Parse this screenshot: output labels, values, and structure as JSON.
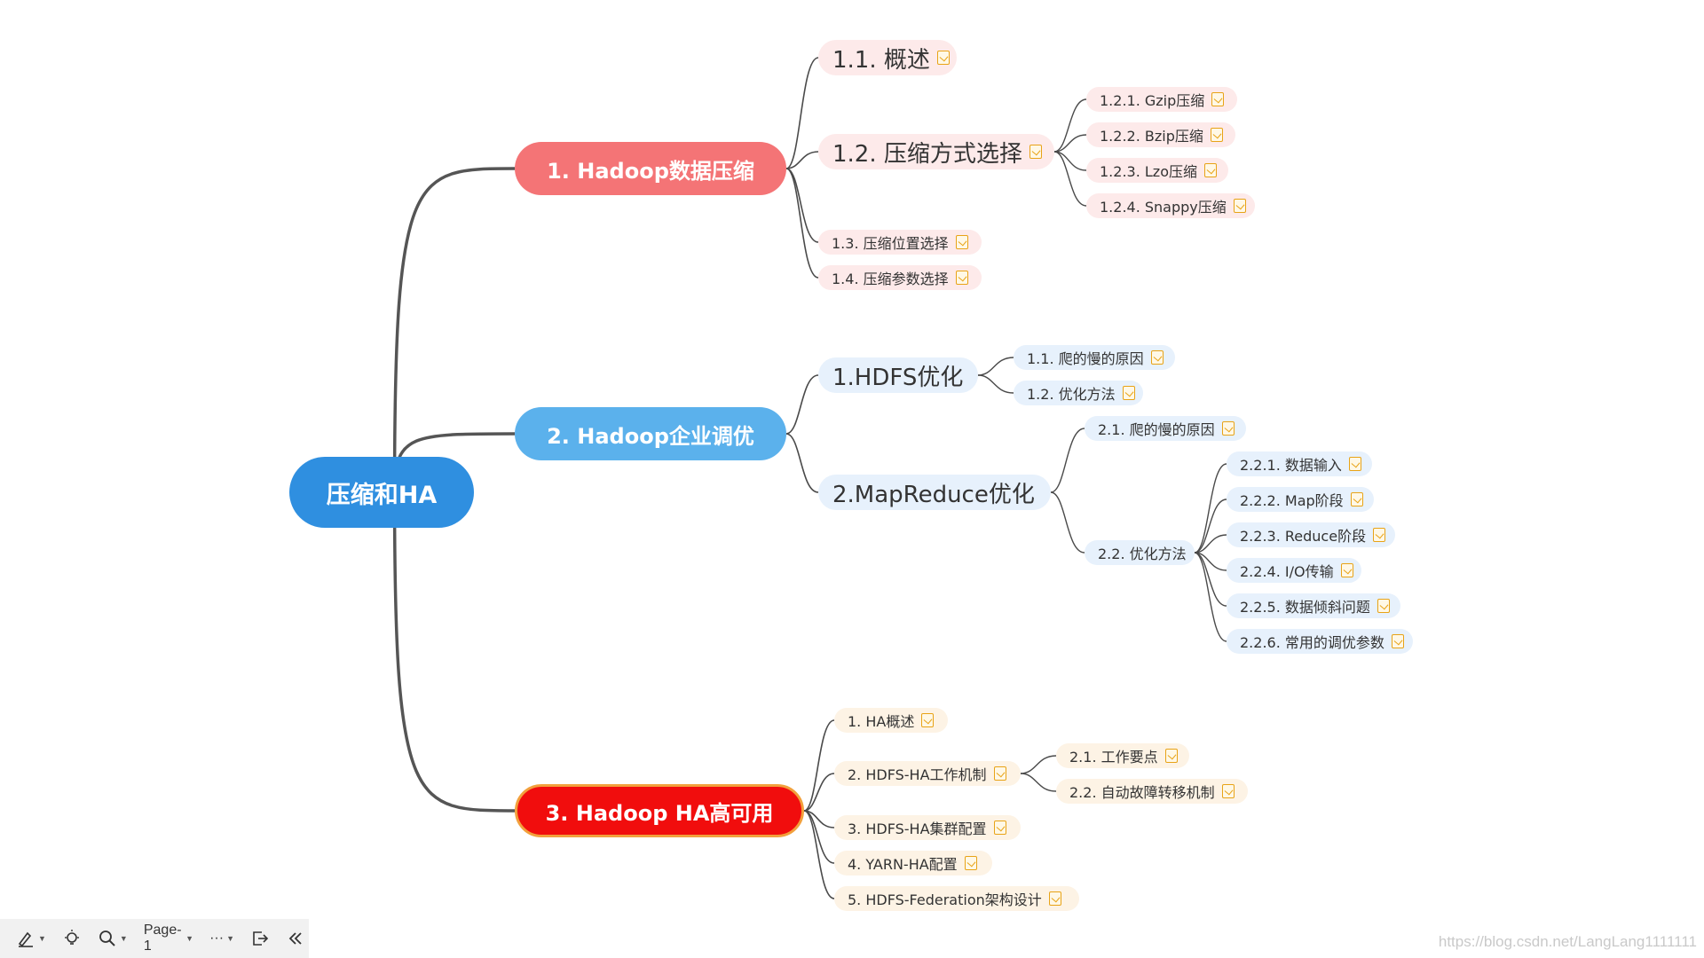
{
  "mindmap": {
    "root": {
      "label": "压缩和HA"
    },
    "branches": [
      {
        "label": "1. Hadoop数据压缩",
        "color": "#f47476",
        "children": [
          {
            "label": "1.1. 概述",
            "note": true
          },
          {
            "label": "1.2. 压缩方式选择",
            "note": true,
            "children": [
              {
                "label": "1.2.1. Gzip压缩",
                "note": true
              },
              {
                "label": "1.2.2. Bzip压缩",
                "note": true
              },
              {
                "label": "1.2.3. Lzo压缩",
                "note": true
              },
              {
                "label": "1.2.4. Snappy压缩",
                "note": true
              }
            ]
          },
          {
            "label": "1.3. 压缩位置选择",
            "note": true
          },
          {
            "label": "1.4. 压缩参数选择",
            "note": true
          }
        ]
      },
      {
        "label": "2. Hadoop企业调优",
        "color": "#5bb1ec",
        "children": [
          {
            "label": "1.HDFS优化",
            "children": [
              {
                "label": "1.1. 爬的慢的原因",
                "note": true
              },
              {
                "label": "1.2. 优化方法",
                "note": true
              }
            ]
          },
          {
            "label": "2.MapReduce优化",
            "children": [
              {
                "label": "2.1. 爬的慢的原因",
                "note": true
              },
              {
                "label": "2.2. 优化方法",
                "children": [
                  {
                    "label": "2.2.1. 数据输入",
                    "note": true
                  },
                  {
                    "label": "2.2.2. Map阶段",
                    "note": true
                  },
                  {
                    "label": "2.2.3. Reduce阶段",
                    "note": true
                  },
                  {
                    "label": "2.2.4. I/O传输",
                    "note": true
                  },
                  {
                    "label": "2.2.5. 数据倾斜问题",
                    "note": true
                  },
                  {
                    "label": "2.2.6. 常用的调优参数",
                    "note": true
                  }
                ]
              }
            ]
          }
        ]
      },
      {
        "label": "3. Hadoop HA高可用",
        "color": "#f10d0d",
        "border": "#f2a03c",
        "children": [
          {
            "label": "1. HA概述",
            "note": true
          },
          {
            "label": "2. HDFS-HA工作机制",
            "note": true,
            "children": [
              {
                "label": "2.1. 工作要点",
                "note": true
              },
              {
                "label": "2.2. 自动故障转移机制",
                "note": true
              }
            ]
          },
          {
            "label": "3. HDFS-HA集群配置",
            "note": true
          },
          {
            "label": "4. YARN-HA配置",
            "note": true
          },
          {
            "label": "5. HDFS-Federation架构设计",
            "note": true
          }
        ]
      }
    ]
  },
  "toolbar": {
    "page_label": "Page-1",
    "more_label": "···",
    "icons": [
      "highlighter-icon",
      "lightbulb-icon",
      "zoom-icon",
      "export-icon",
      "collapse-icon"
    ]
  },
  "watermark": "https://blog.csdn.net/LangLang1111111"
}
